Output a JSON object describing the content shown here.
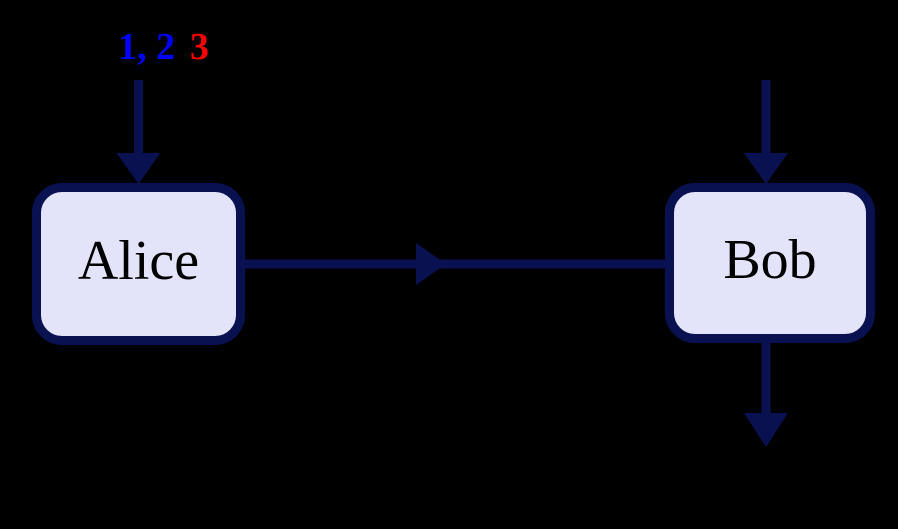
{
  "colors": {
    "background": "#000000",
    "stroke": "#0a1150",
    "node_fill": "#e3e3fa",
    "node_text": "#000000",
    "annotation_blue": "#0000ff",
    "annotation_red": "#ff0000"
  },
  "nodes": {
    "alice": {
      "label": "Alice"
    },
    "bob": {
      "label": "Bob"
    }
  },
  "annotation": {
    "blue_text": "1, 2",
    "red_text": "3"
  }
}
